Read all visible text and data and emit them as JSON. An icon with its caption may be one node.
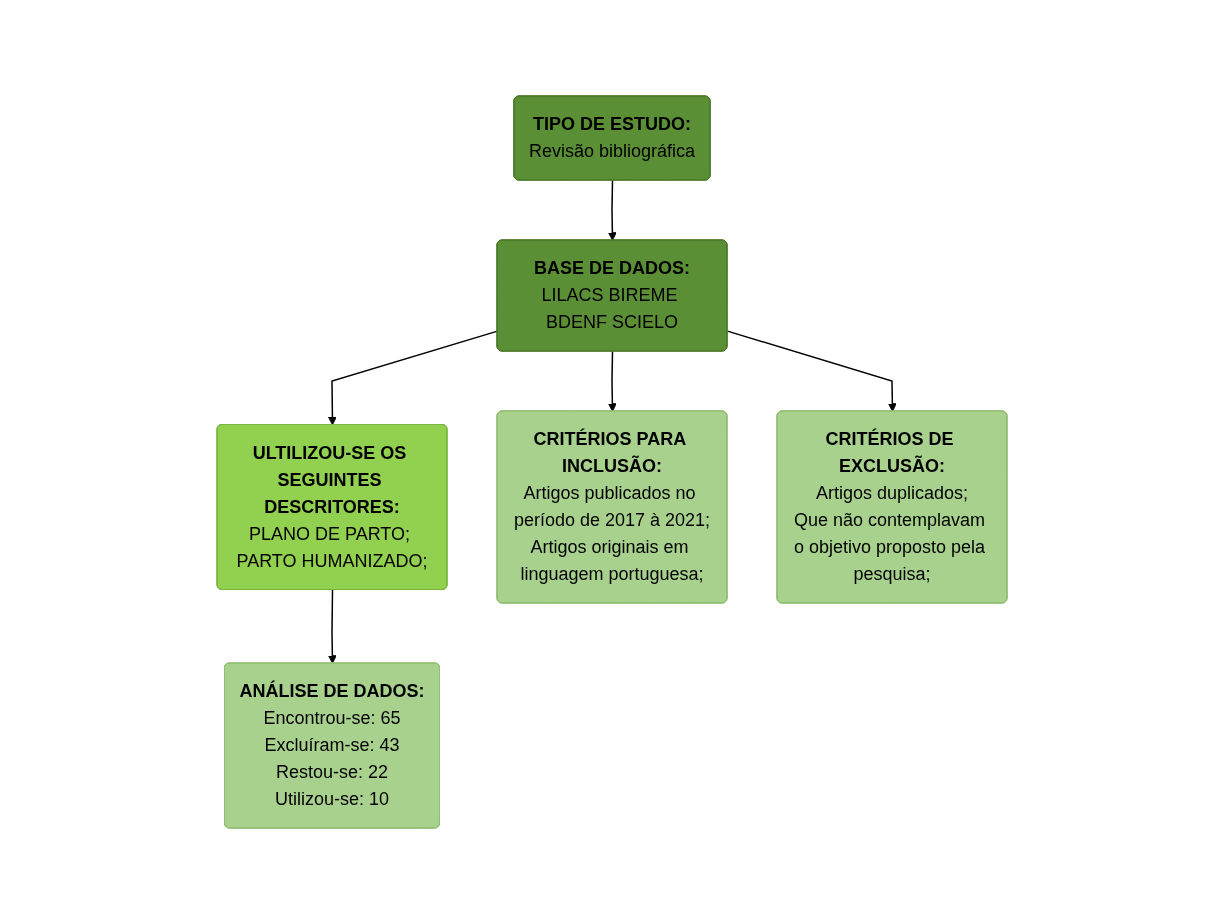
{
  "diagram": {
    "nodes": [
      {
        "text": [
          "TIPO DE ESTUDO:",
          "Revisão bibliográfica"
        ]
      },
      {
        "text": [
          "BASE DE DADOS:",
          "LILACS BIREME BDENF SCIELO"
        ]
      },
      {
        "text": [
          "ULTILIZOU-SE OS SEGUINTES DESCRITORES:",
          "PLANO DE PARTO; PARTO HUMANIZADO;"
        ]
      },
      {
        "text": [
          "CRITÉRIOS PARA INCLUSÃO:",
          "Artigos publicados no período de 2017 à 2021;",
          "Artigos originais em linguagem portuguesa;"
        ]
      },
      {
        "text": [
          "CRITÉRIOS DE EXCLUSÃO:",
          "Artigos duplicados;",
          "Que não contemplavam o objetivo proposto pela pesquisa;"
        ]
      },
      {
        "text": [
          "ANÁLISE DE DADOS:",
          "Encontrou-se: 65",
          "Excluíram-se: 43",
          "Restou-se: 22",
          "Utilizou-se: 10"
        ]
      }
    ],
    "edges": [
      {
        "from": 0,
        "to": 1,
        "arrow": "to"
      },
      {
        "from": 1,
        "to": 2,
        "arrow": "to"
      },
      {
        "from": 1,
        "to": 3,
        "arrow": "to"
      },
      {
        "from": 1,
        "to": 4,
        "arrow": "to"
      },
      {
        "from": 2,
        "to": 5,
        "arrow": "to"
      }
    ]
  }
}
